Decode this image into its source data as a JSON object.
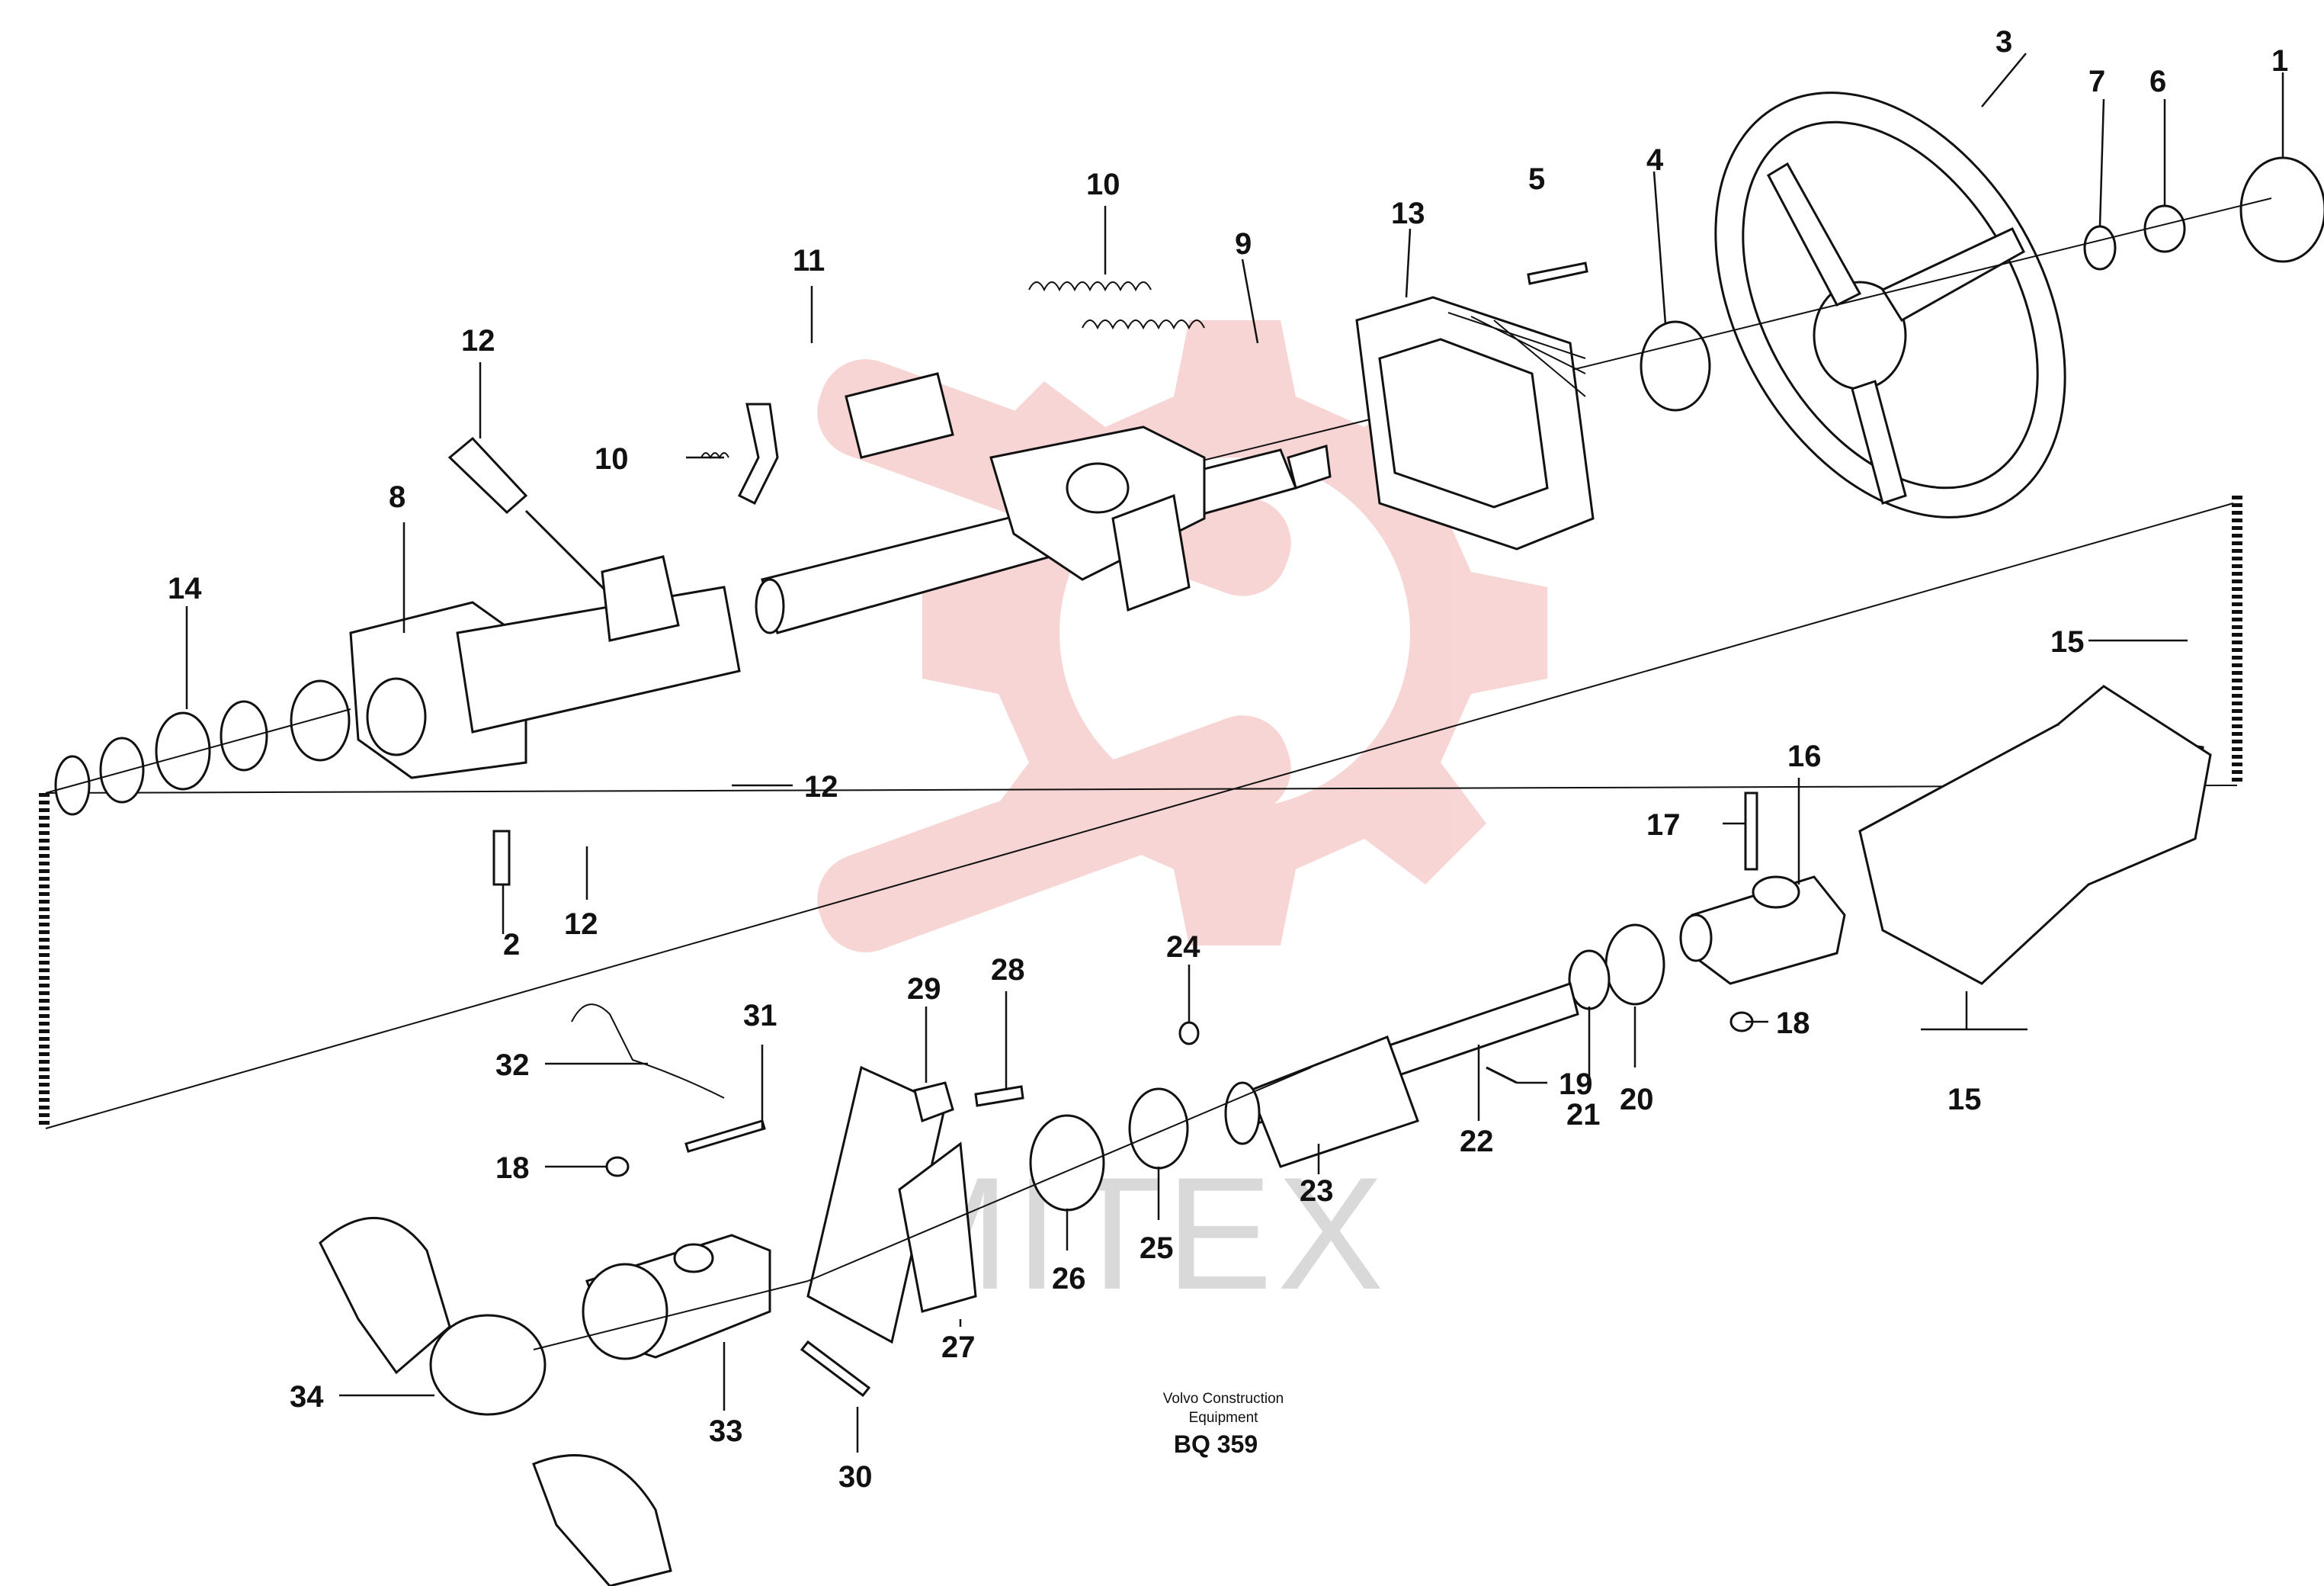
{
  "watermark": {
    "text": "MITEX",
    "color": "#f3b4b4"
  },
  "footer": {
    "brand_line1": "Volvo Construction",
    "brand_line2": "Equipment",
    "code": "BQ 359"
  },
  "callouts": {
    "c1": "1",
    "c2": "2",
    "c3": "3",
    "c4": "4",
    "c5": "5",
    "c6": "6",
    "c7": "7",
    "c8": "8",
    "c9": "9",
    "c10a": "10",
    "c10b": "10",
    "c11": "11",
    "c12a": "12",
    "c12b": "12",
    "c12c": "12",
    "c13": "13",
    "c14": "14",
    "c15a": "15",
    "c15b": "15",
    "c16": "16",
    "c17": "17",
    "c18a": "18",
    "c18b": "18",
    "c19": "19",
    "c20": "20",
    "c21": "21",
    "c22": "22",
    "c23": "23",
    "c24": "24",
    "c25": "25",
    "c26": "26",
    "c27": "27",
    "c28": "28",
    "c29": "29",
    "c30": "30",
    "c31": "31",
    "c32": "32",
    "c33": "33",
    "c34": "34"
  }
}
